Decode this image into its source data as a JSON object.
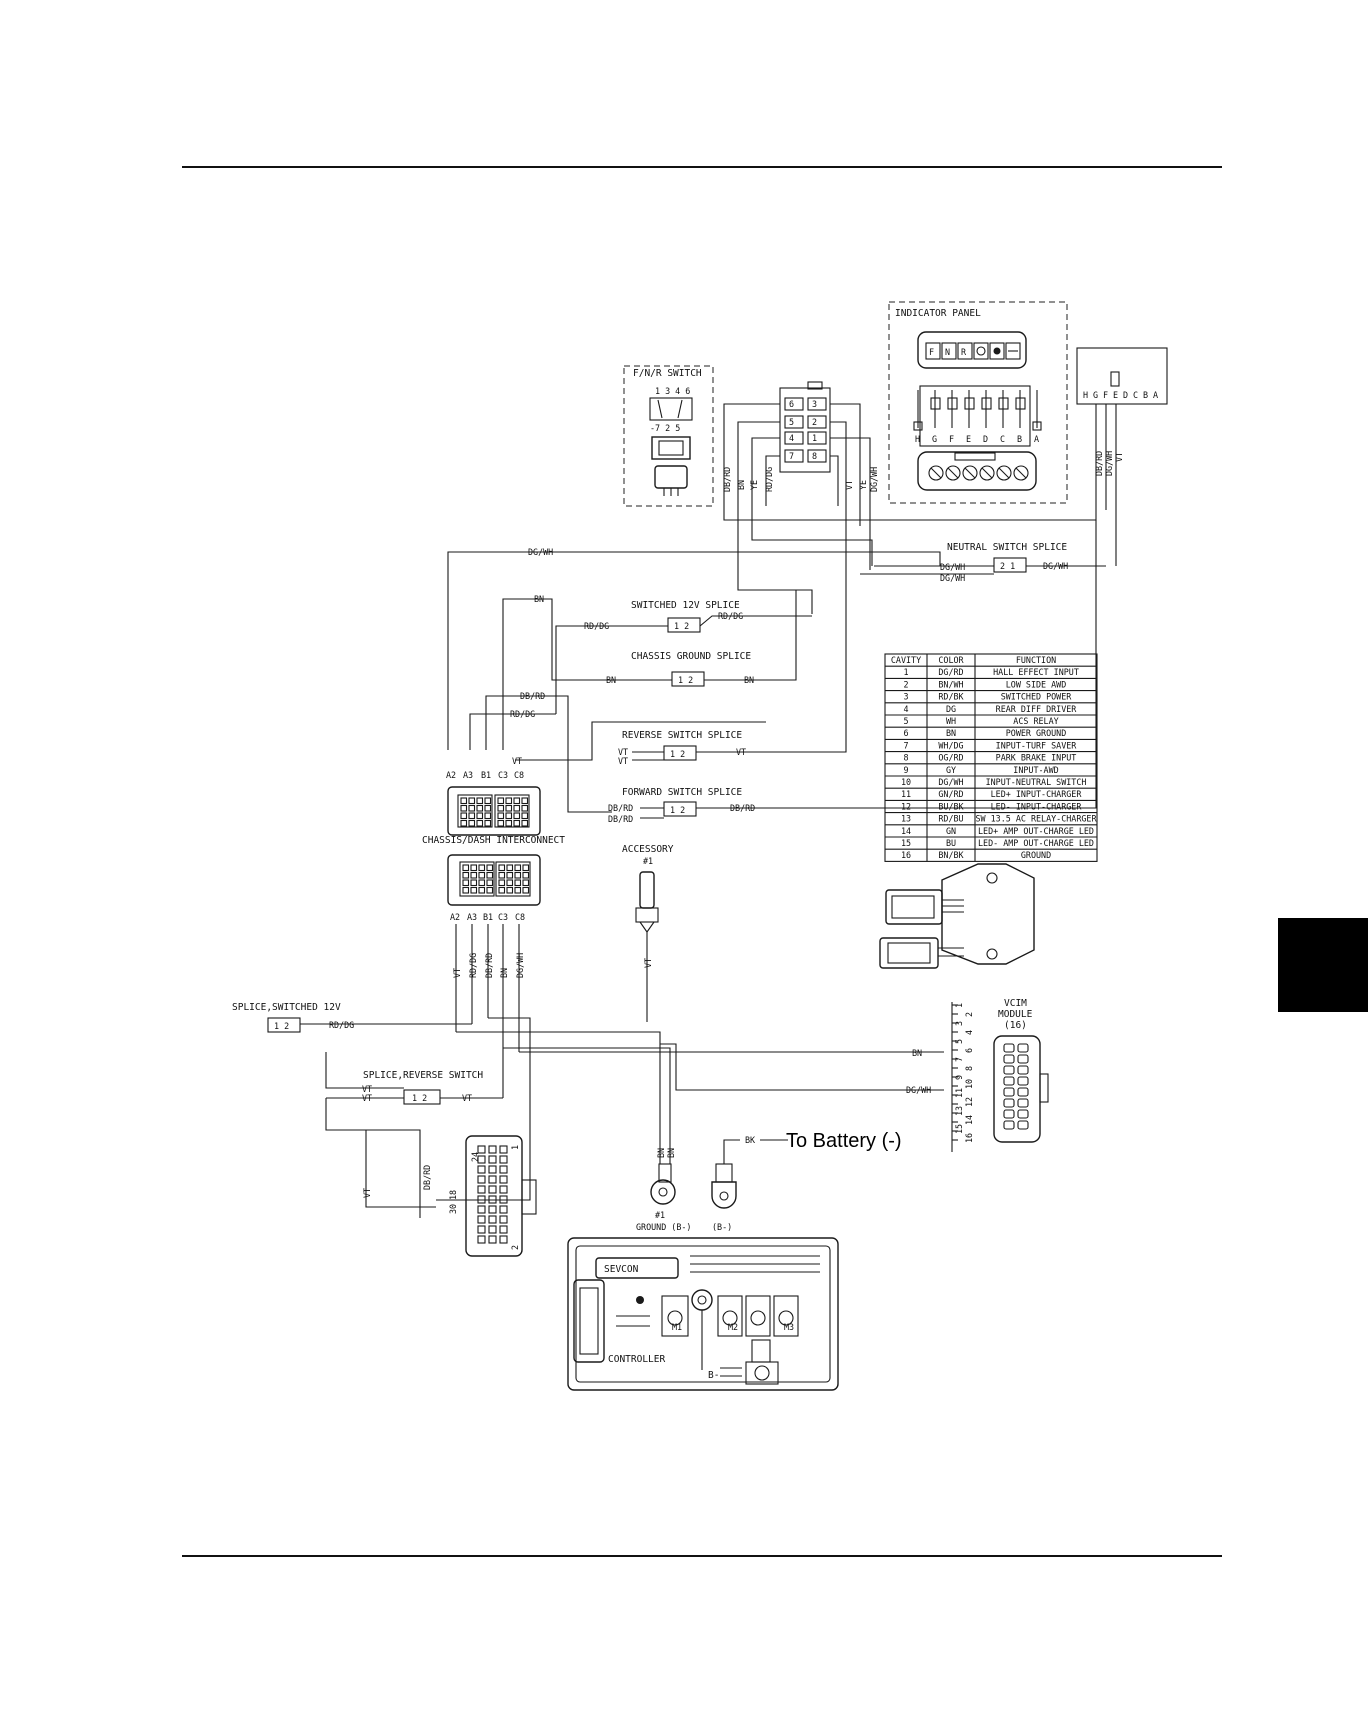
{
  "indicator_panel": {
    "title": "INDICATOR PANEL",
    "pins": [
      "H",
      "G",
      "F",
      "E",
      "D",
      "C",
      "B",
      "A"
    ]
  },
  "fnr_switch": {
    "title": "F/N/R SWITCH",
    "pins_top": "1 3 4 6",
    "pins_bottom": "-7 2 5"
  },
  "harness_connector": {
    "pins": [
      "H",
      "G",
      "F",
      "E",
      "D",
      "C",
      "B",
      "A"
    ]
  },
  "relay_pins": [
    "6",
    "3",
    "5",
    "2",
    "4",
    "1",
    "7",
    "8"
  ],
  "top_wire_labels": {
    "dbrd": "DB/RD",
    "bn": "BN",
    "ye": "YE",
    "rddg": "RD/DG",
    "vt": "VT",
    "ye2": "YE",
    "dgwh": "DG/WH",
    "h_dbrd": "DB/RD",
    "h_dgwh": "DG/WH",
    "h_vt": "VT"
  },
  "splices": {
    "neutral": {
      "title": "NEUTRAL SWITCH SPLICE",
      "in1": "DG/WH",
      "in2": "DG/WH",
      "out": "DG/WH",
      "pins": "2 1"
    },
    "switched12": {
      "title": "SWITCHED 12V SPLICE",
      "in": "RD/DG",
      "out": "RD/DG",
      "pins": "1 2"
    },
    "chassis_ground": {
      "title": "CHASSIS GROUND SPLICE",
      "in": "BN",
      "out": "BN",
      "pins": "1 2"
    },
    "reverse": {
      "title": "REVERSE SWITCH SPLICE",
      "in1": "VT",
      "in2": "VT",
      "out": "VT",
      "pins": "1 2"
    },
    "forward": {
      "title": "FORWARD SWITCH SPLICE",
      "in1": "DB/RD",
      "in2": "DB/RD",
      "out": "DB/RD",
      "pins": "1 2"
    },
    "switched12_lower": {
      "title": "SPLICE,SWITCHED 12V",
      "wire": "RD/DG",
      "pins": "1 2"
    },
    "reverse_lower": {
      "title": "SPLICE,REVERSE SWITCH",
      "in1": "VT",
      "in2": "VT",
      "out": "VT",
      "pins": "1 2"
    }
  },
  "upper_harness_labels": {
    "dgwh": "DG/WH",
    "bn": "BN",
    "dbrd": "DB/RD",
    "rddg": "RD/DG",
    "vt": "VT"
  },
  "interconnect": {
    "title": "CHASSIS/DASH INTERCONNECT",
    "pins": [
      "A2",
      "A3",
      "B1",
      "C3",
      "C8"
    ]
  },
  "lower_wires": [
    "VT",
    "RD/DG",
    "DB/RD",
    "BN",
    "DG/WH"
  ],
  "accessory": {
    "title": "ACCESSORY",
    "num": "#1",
    "wire": "VT"
  },
  "cavity_table": {
    "headers": [
      "CAVITY",
      "COLOR",
      "FUNCTION"
    ],
    "rows": [
      [
        "1",
        "DG/RD",
        "HALL EFFECT INPUT"
      ],
      [
        "2",
        "BN/WH",
        "LOW SIDE AWD"
      ],
      [
        "3",
        "RD/BK",
        "SWITCHED POWER"
      ],
      [
        "4",
        "DG",
        "REAR DIFF DRIVER"
      ],
      [
        "5",
        "WH",
        "ACS RELAY"
      ],
      [
        "6",
        "BN",
        "POWER GROUND"
      ],
      [
        "7",
        "WH/DG",
        "INPUT-TURF SAVER"
      ],
      [
        "8",
        "OG/RD",
        "PARK BRAKE INPUT"
      ],
      [
        "9",
        "GY",
        "INPUT-AWD"
      ],
      [
        "10",
        "DG/WH",
        "INPUT-NEUTRAL SWITCH"
      ],
      [
        "11",
        "GN/RD",
        "LED+ INPUT-CHARGER"
      ],
      [
        "12",
        "BU/BK",
        "LED- INPUT-CHARGER"
      ],
      [
        "13",
        "RD/BU",
        "SW 13.5 AC RELAY-CHARGER"
      ],
      [
        "14",
        "GN",
        "LED+ AMP OUT-CHARGE LED"
      ],
      [
        "15",
        "BU",
        "LED- AMP OUT-CHARGE LED"
      ],
      [
        "16",
        "BN/BK",
        "GROUND"
      ]
    ]
  },
  "vcim": {
    "title1": "VCIM",
    "title2": "MODULE",
    "title3": "(16)",
    "wire_bn": "BN",
    "wire_dgwh": "DG/WH",
    "pins": [
      "1",
      "2",
      "3",
      "4",
      "5",
      "6",
      "7",
      "8",
      "9",
      "10",
      "11",
      "12",
      "13",
      "14",
      "15",
      "16"
    ]
  },
  "ground": {
    "wire1": "BN",
    "wire2": "BN",
    "num": "#1",
    "label": "GROUND (B-)",
    "label2": "(B-)",
    "bk": "BK"
  },
  "battery_note": "To Battery (-)",
  "controller_conn": {
    "wire_dbrd": "DB/RD",
    "wire_vt": "VT",
    "pin30": "30",
    "pin18": "18",
    "pin24": "24",
    "pin1": "1",
    "pin2": "2"
  },
  "controller": {
    "brand": "SEVCON",
    "label": "CONTROLLER",
    "bminus": "B-",
    "terminals": [
      "M1",
      "M2",
      "M3"
    ]
  }
}
